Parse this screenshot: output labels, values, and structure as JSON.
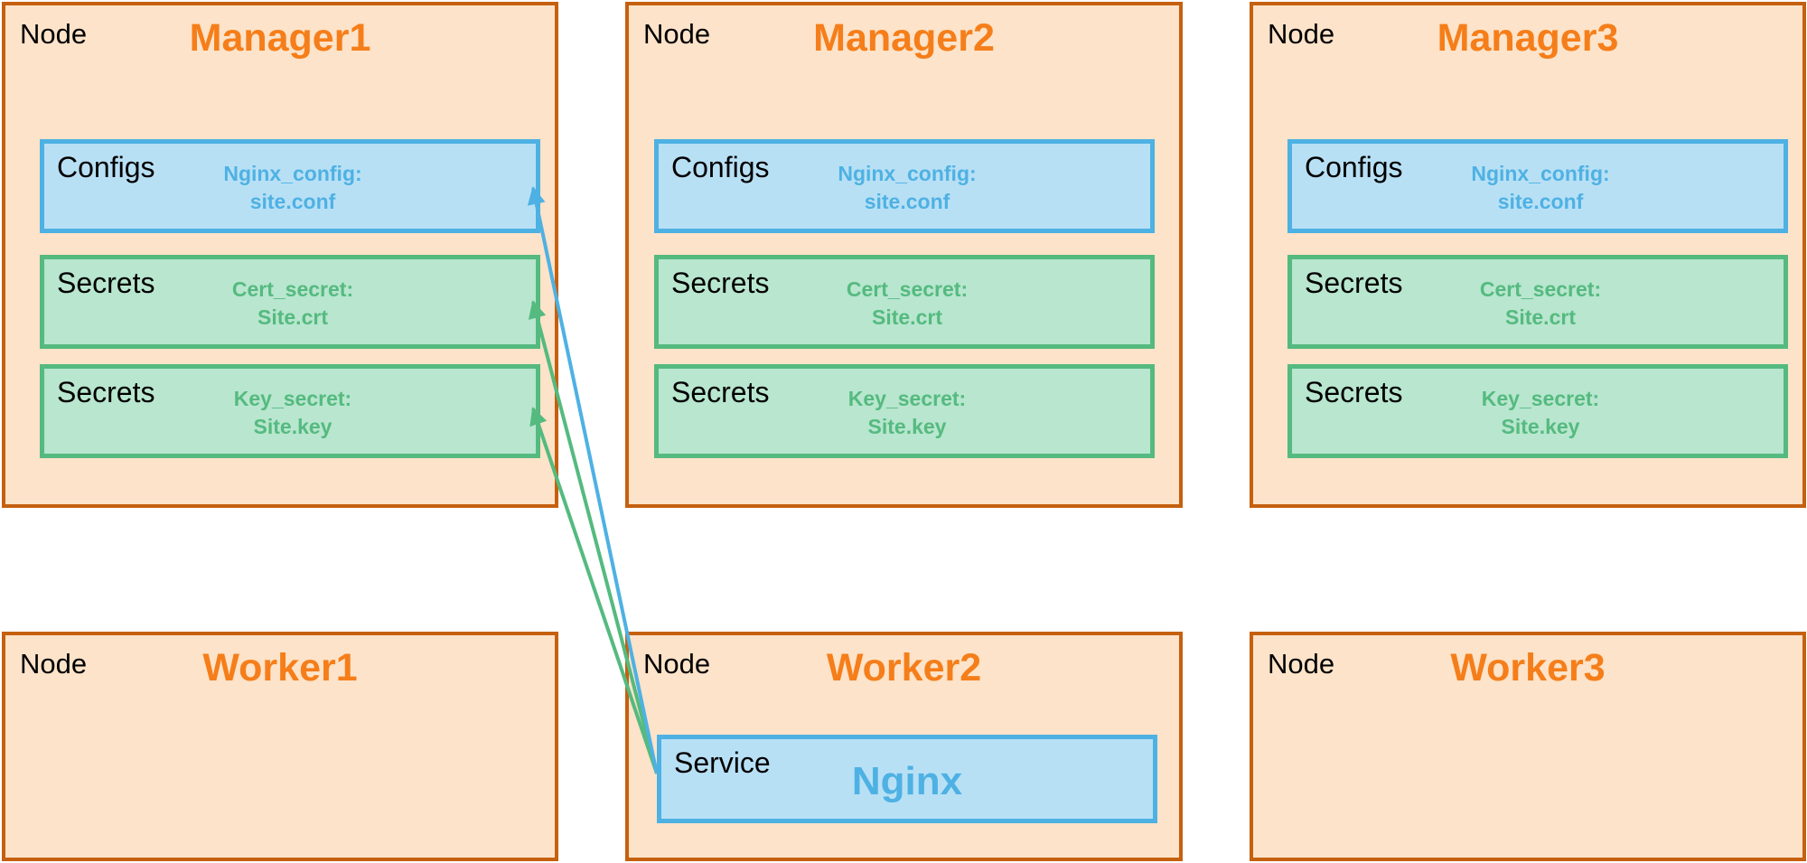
{
  "node_label": "Node",
  "box_labels": {
    "config": "Configs",
    "secret": "Secrets",
    "service": "Service"
  },
  "managers": [
    {
      "title": "Manager1",
      "config": [
        "Nginx_config:",
        "site.conf"
      ],
      "cert": [
        "Cert_secret:",
        "Site.crt"
      ],
      "key": [
        "Key_secret:",
        "Site.key"
      ]
    },
    {
      "title": "Manager2",
      "config": [
        "Nginx_config:",
        "site.conf"
      ],
      "cert": [
        "Cert_secret:",
        "Site.crt"
      ],
      "key": [
        "Key_secret:",
        "Site.key"
      ]
    },
    {
      "title": "Manager3",
      "config": [
        "Nginx_config:",
        "site.conf"
      ],
      "cert": [
        "Cert_secret:",
        "Site.crt"
      ],
      "key": [
        "Key_secret:",
        "Site.key"
      ]
    }
  ],
  "workers": [
    {
      "title": "Worker1"
    },
    {
      "title": "Worker2",
      "service": "Nginx"
    },
    {
      "title": "Worker3"
    }
  ],
  "colors": {
    "node_fill": "#fde3c9",
    "node_border": "#c5600f",
    "title_orange": "#f57e1a",
    "config_blue": "#4eb1e3",
    "secret_green": "#55ba7f"
  }
}
